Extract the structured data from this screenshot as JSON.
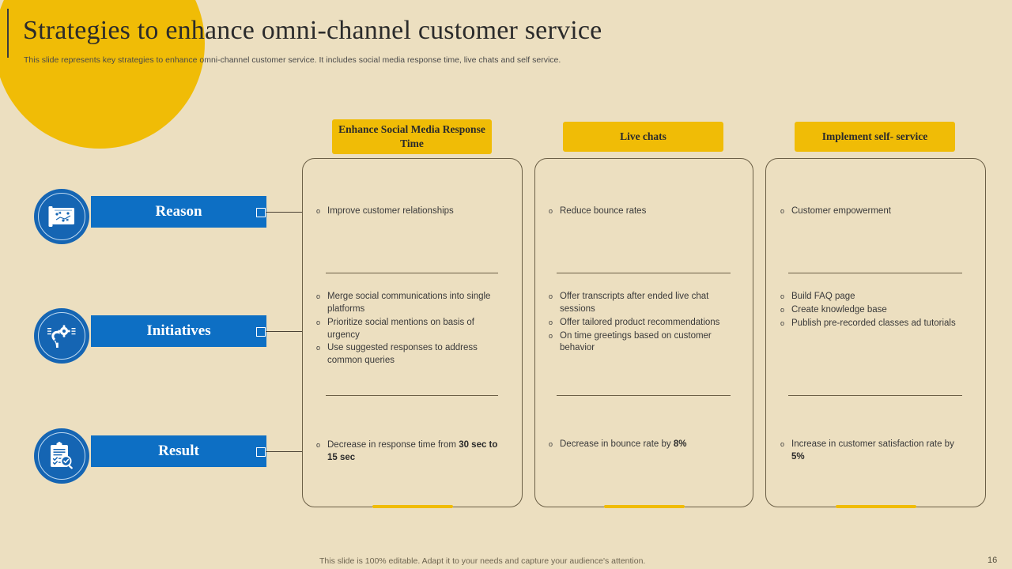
{
  "slide": {
    "title": "Strategies to enhance omni-channel customer service",
    "subtitle": "This slide represents key strategies to enhance omni-channel customer service. It includes social media response time, live chats and self service.",
    "footer_note": "This slide is 100% editable. Adapt it to your needs and capture your audience's attention.",
    "page_number": "16"
  },
  "colors": {
    "background": "#ecdfc0",
    "accent_yellow": "#f0bc06",
    "accent_blue": "#0d6fc4",
    "icon_blue": "#1565b3",
    "card_border": "#6b5f46",
    "text_dark": "#2b2b2b",
    "text_body": "#3a3a3a"
  },
  "rows": [
    {
      "label": "Reason",
      "icon": "strategy-board-icon"
    },
    {
      "label": "Initiatives",
      "icon": "head-with-gear-icon"
    },
    {
      "label": "Result",
      "icon": "clipboard-check-magnifier-icon"
    }
  ],
  "columns": [
    {
      "header": "Enhance Social Media Response Time",
      "reason": [
        {
          "text": "Improve  customer relationships"
        }
      ],
      "initiatives": [
        {
          "text": "Merge social communications into single platforms"
        },
        {
          "text": "Prioritize social mentions on basis of urgency"
        },
        {
          "text": "Use suggested responses to address common queries"
        }
      ],
      "result": [
        {
          "text": "Decrease in response  time from ",
          "bold": "30 sec to 15 sec"
        }
      ]
    },
    {
      "header": "Live chats",
      "reason": [
        {
          "text": "Reduce bounce rates"
        }
      ],
      "initiatives": [
        {
          "text": "Offer transcripts after ended live chat sessions"
        },
        {
          "text": "Offer tailored product recommendations"
        },
        {
          "text": "On time greetings based on customer behavior"
        }
      ],
      "result": [
        {
          "text": "Decrease in bounce rate by ",
          "bold": "8%"
        }
      ]
    },
    {
      "header": "Implement self- service",
      "reason": [
        {
          "text": "Customer empowerment"
        }
      ],
      "initiatives": [
        {
          "text": "Build FAQ page"
        },
        {
          "text": "Create knowledge base"
        },
        {
          "text": "Publish pre-recorded classes ad tutorials"
        }
      ],
      "result": [
        {
          "text": "Increase in customer satisfaction rate by ",
          "bold": "5%"
        }
      ]
    }
  ],
  "bullet_marker": "o"
}
